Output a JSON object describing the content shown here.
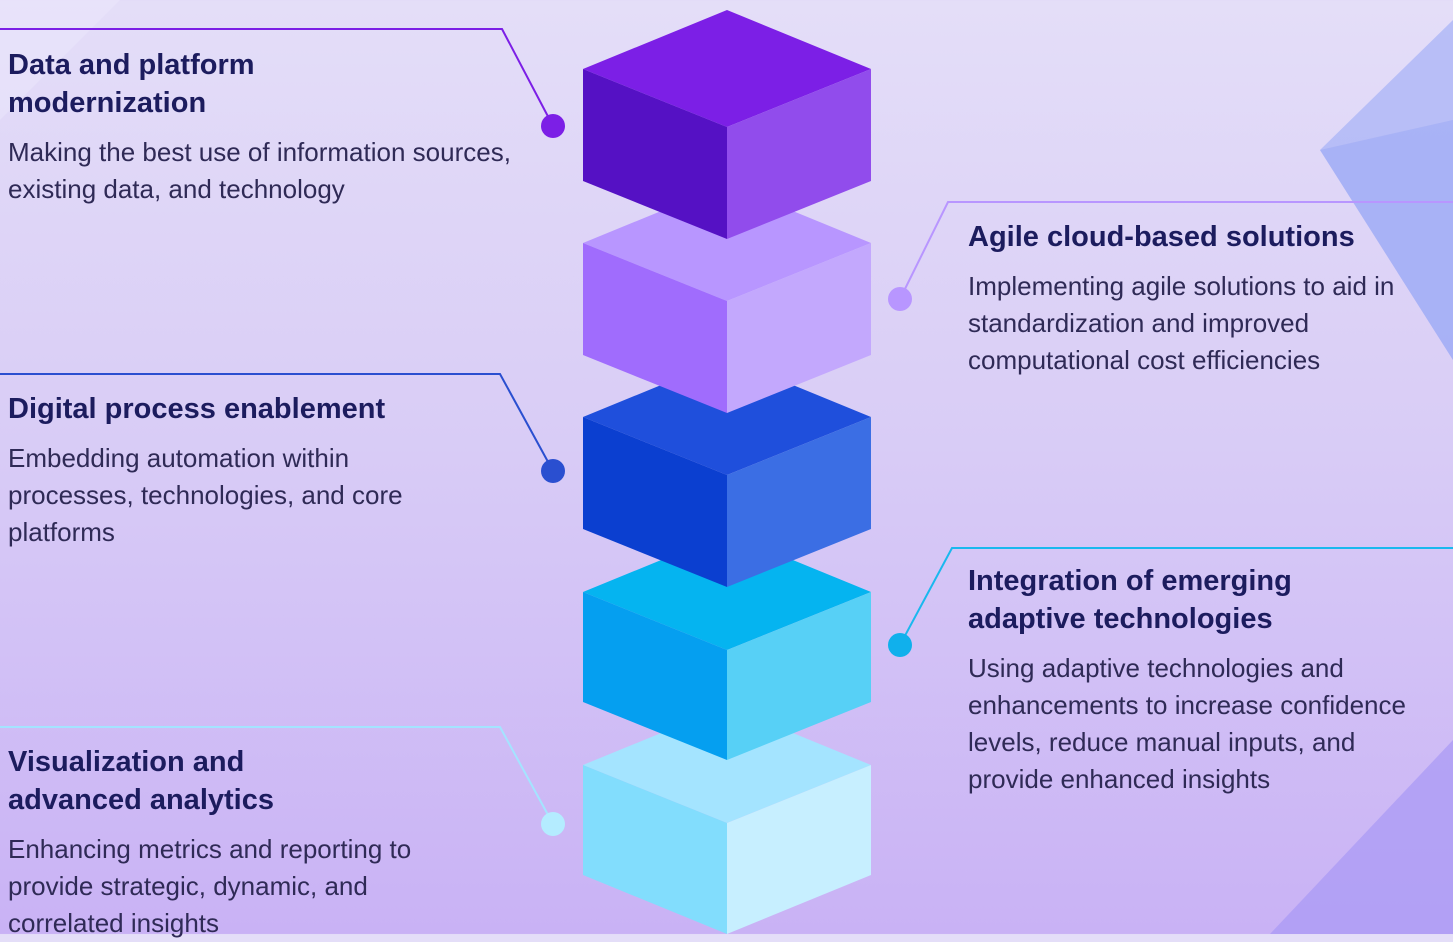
{
  "colors": {
    "cube_1": "#7c1fe6",
    "cube_2": "#b896ff",
    "cube_3": "#1f4fdc",
    "cube_4": "#05b4f0",
    "cube_5": "#a4e4ff",
    "title_text": "#1c1c5e",
    "body_text": "#2f2a56"
  },
  "pillars": [
    {
      "title": "Data and platform modernization",
      "description": "Making the best use of information sources, existing data, and technology"
    },
    {
      "title": "Agile cloud-based solutions",
      "description": "Implementing agile solutions to aid in standardization and improved computational cost efficiencies"
    },
    {
      "title": "Digital process enablement",
      "description": "Embedding automation within processes, technologies, and core platforms"
    },
    {
      "title": "Integration of emerging adaptive technologies",
      "description": "Using adaptive technologies and enhancements to increase confidence levels, reduce manual inputs, and provide enhanced insights"
    },
    {
      "title": "Visualization and advanced analytics",
      "description": "Enhancing metrics and reporting to provide strategic, dynamic, and correlated insights"
    }
  ]
}
